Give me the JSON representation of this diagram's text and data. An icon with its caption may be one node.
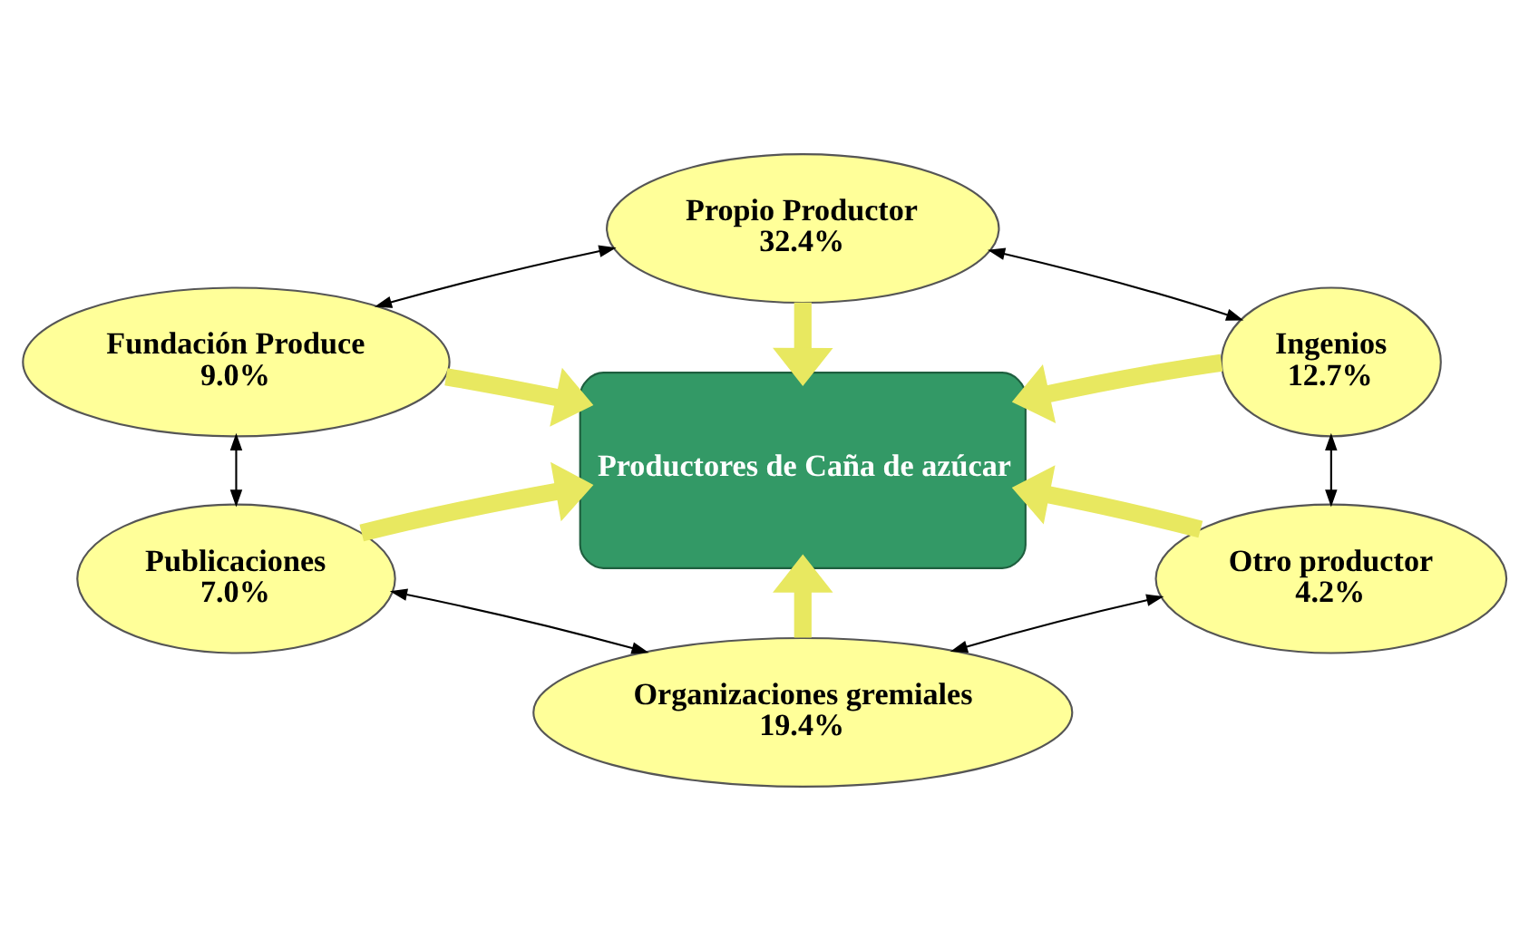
{
  "diagram": {
    "nodes": [
      {
        "text": [
          "Propio Productor",
          "32.4%"
        ]
      },
      {
        "text": [
          "Fundación Produce",
          "9.0%"
        ]
      },
      {
        "text": [
          "Ingenios",
          "12.7%"
        ]
      },
      {
        "text": [
          "Productores de Caña de azúcar"
        ]
      },
      {
        "text": [
          "Publicaciones",
          "7.0%"
        ]
      },
      {
        "text": [
          "Otro productor",
          "4.2%"
        ]
      },
      {
        "text": [
          "Organizaciones gremiales",
          "19.4%"
        ]
      }
    ],
    "edges": [
      {
        "from": 0,
        "to": 3,
        "arrow": "to",
        "style": "thick",
        "color": "#e8e860"
      },
      {
        "from": 1,
        "to": 3,
        "arrow": "to",
        "style": "thick",
        "color": "#e8e860"
      },
      {
        "from": 4,
        "to": 3,
        "arrow": "to",
        "style": "thick",
        "color": "#e8e860"
      },
      {
        "from": 2,
        "to": 3,
        "arrow": "to",
        "style": "thick",
        "color": "#e8e860"
      },
      {
        "from": 5,
        "to": 3,
        "arrow": "to",
        "style": "thick",
        "color": "#e8e860"
      },
      {
        "from": 6,
        "to": 3,
        "arrow": "to",
        "style": "thick",
        "color": "#e8e860"
      },
      {
        "from": 1,
        "to": 0,
        "arrow": "both",
        "color": "#000000"
      },
      {
        "from": 0,
        "to": 2,
        "arrow": "both",
        "color": "#000000"
      },
      {
        "from": 2,
        "to": 5,
        "arrow": "both",
        "color": "#000000"
      },
      {
        "from": 1,
        "to": 4,
        "arrow": "both",
        "color": "#000000"
      },
      {
        "from": 4,
        "to": 6,
        "arrow": "both",
        "color": "#000000"
      },
      {
        "from": 6,
        "to": 5,
        "arrow": "both",
        "color": "#000000"
      }
    ]
  }
}
